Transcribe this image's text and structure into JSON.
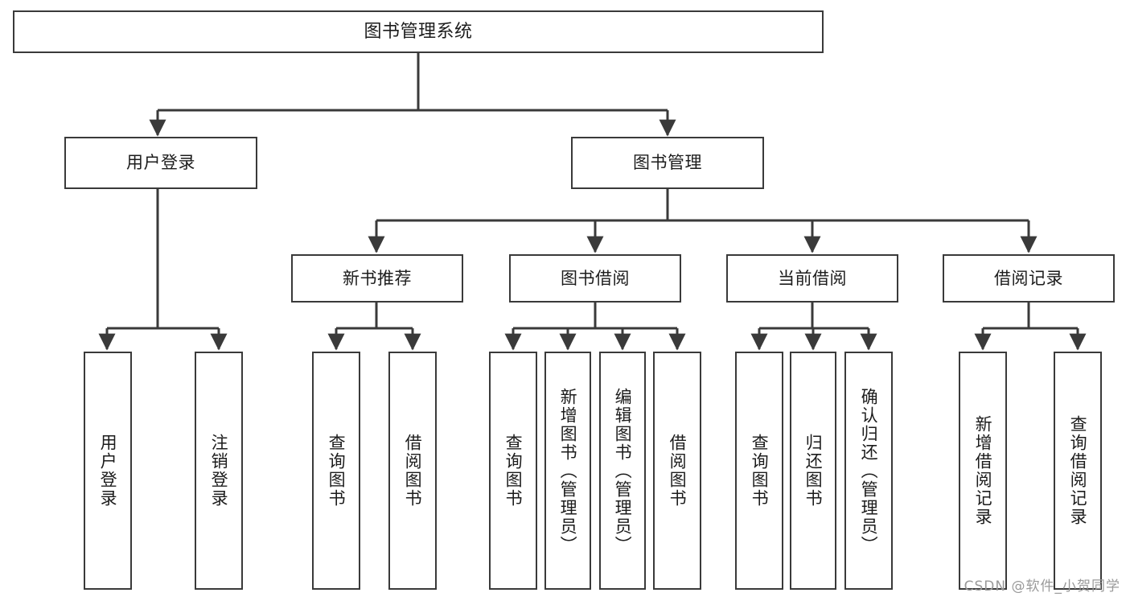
{
  "diagram": {
    "title": "图书管理系统",
    "watermark": "CSDN @软件_小贺同学",
    "line_color": "#3a3a3a",
    "text_color": "#1c1c1c",
    "background": "#ffffff",
    "nodes": {
      "root": {
        "label": "图书管理系统"
      },
      "level2": [
        {
          "id": "user-login",
          "label": "用户登录"
        },
        {
          "id": "book-manage",
          "label": "图书管理"
        }
      ],
      "level3": [
        {
          "id": "new-book-recommend",
          "label": "新书推荐"
        },
        {
          "id": "book-borrow",
          "label": "图书借阅"
        },
        {
          "id": "current-borrow",
          "label": "当前借阅"
        },
        {
          "id": "borrow-record",
          "label": "借阅记录"
        }
      ],
      "leaves": [
        {
          "id": "leaf-user-login",
          "label": "用户登录",
          "parent": "user-login"
        },
        {
          "id": "leaf-logout",
          "label": "注销登录",
          "parent": "user-login"
        },
        {
          "id": "leaf-query-book-1",
          "label": "查询图书",
          "parent": "new-book-recommend"
        },
        {
          "id": "leaf-borrow-book-1",
          "label": "借阅图书",
          "parent": "new-book-recommend"
        },
        {
          "id": "leaf-query-book-2",
          "label": "查询图书",
          "parent": "book-borrow"
        },
        {
          "id": "leaf-add-book",
          "label": "新增图书（管理员）",
          "parent": "book-borrow"
        },
        {
          "id": "leaf-edit-book",
          "label": "编辑图书（管理员）",
          "parent": "book-borrow"
        },
        {
          "id": "leaf-borrow-book-2",
          "label": "借阅图书",
          "parent": "book-borrow"
        },
        {
          "id": "leaf-query-book-3",
          "label": "查询图书",
          "parent": "current-borrow"
        },
        {
          "id": "leaf-return-book",
          "label": "归还图书",
          "parent": "current-borrow"
        },
        {
          "id": "leaf-confirm-return",
          "label": "确认归还（管理员）",
          "parent": "current-borrow"
        },
        {
          "id": "leaf-add-record",
          "label": "新增借阅记录",
          "parent": "borrow-record"
        },
        {
          "id": "leaf-query-record",
          "label": "查询借阅记录",
          "parent": "borrow-record"
        }
      ]
    }
  }
}
